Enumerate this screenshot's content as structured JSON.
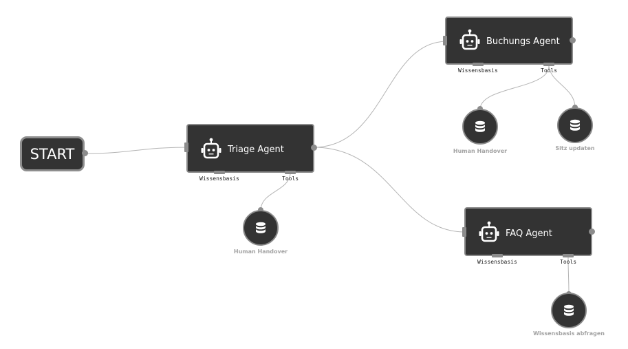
{
  "start": {
    "label": "START"
  },
  "agents": {
    "triage": {
      "label": "Triage Agent",
      "icon": "robot-icon",
      "ports": {
        "knowledge": "Wissensbasis",
        "tools": "Tools"
      }
    },
    "booking": {
      "label": "Buchungs Agent",
      "icon": "robot-icon",
      "ports": {
        "knowledge": "Wissensbasis",
        "tools": "Tools"
      }
    },
    "faq": {
      "label": "FAQ Agent",
      "icon": "robot-icon",
      "ports": {
        "knowledge": "Wissensbasis",
        "tools": "Tools"
      }
    }
  },
  "tools": {
    "triage_human_handover": {
      "label": "Human Handover",
      "icon": "database-icon"
    },
    "booking_human_handover": {
      "label": "Human Handover",
      "icon": "database-icon"
    },
    "booking_update_seat": {
      "label": "Sitz updaten",
      "icon": "database-icon"
    },
    "faq_knowledge_query": {
      "label": "Wissensbasis abfragen",
      "icon": "database-icon"
    }
  },
  "colors": {
    "node_fill": "#333333",
    "node_border": "#8a8a8a",
    "edge": "#b4b4b4",
    "tool_label": "#a3a3a3"
  }
}
